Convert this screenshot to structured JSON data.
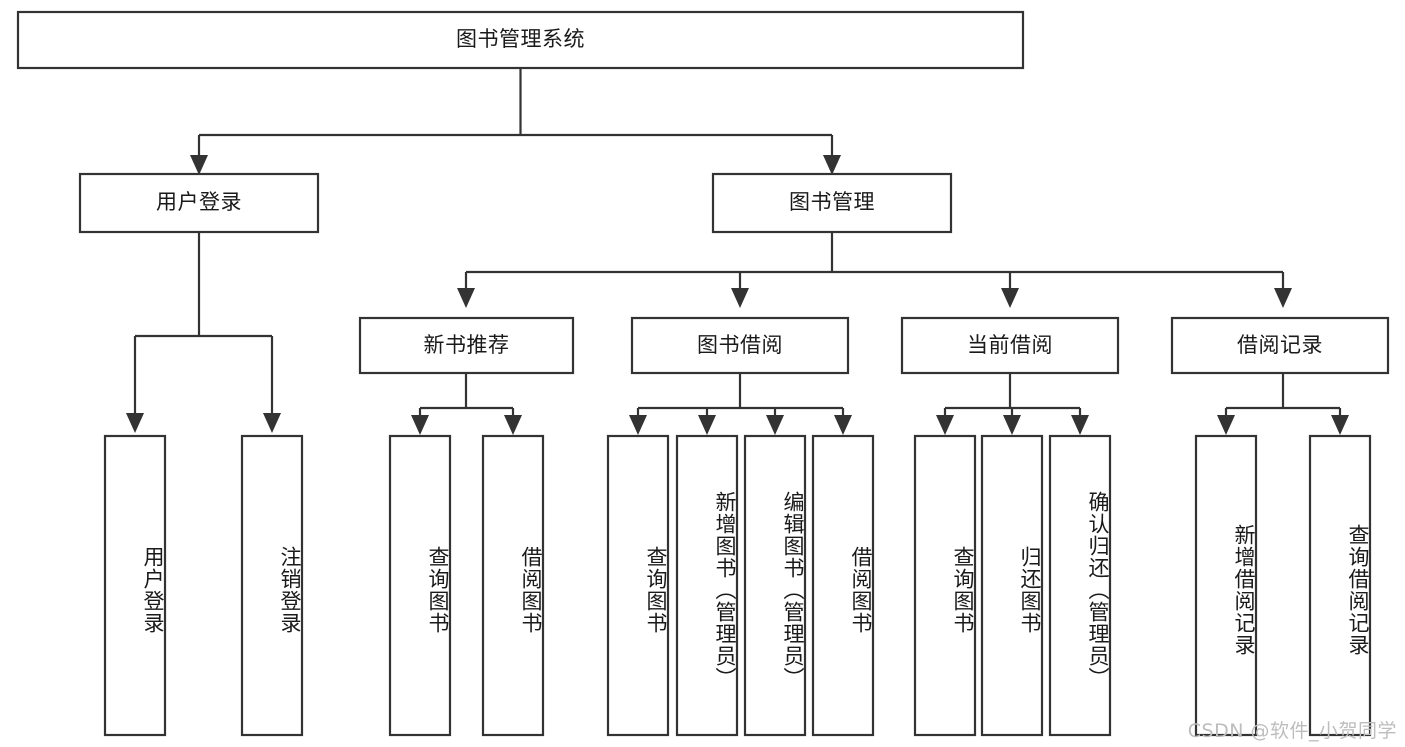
{
  "diagram": {
    "title": "图书管理系统",
    "type": "function-hierarchy-tree",
    "watermark": "CSDN @软件_小贺同学",
    "colors": {
      "box_fill": "#ffffff",
      "box_stroke": "#333333",
      "text": "#1a1a1a",
      "watermark": "#bdbdbd",
      "background": "#ffffff"
    },
    "root": {
      "label": "图书管理系统"
    },
    "level2": [
      {
        "label": "用户登录"
      },
      {
        "label": "图书管理"
      }
    ],
    "level3": [
      {
        "label": "新书推荐"
      },
      {
        "label": "图书借阅"
      },
      {
        "label": "当前借阅"
      },
      {
        "label": "借阅记录"
      }
    ],
    "leaves": {
      "user_login": [
        {
          "label": "用户登录"
        },
        {
          "label": "注销登录"
        }
      ],
      "new_book_recommend": [
        {
          "label": "查询图书"
        },
        {
          "label": "借阅图书"
        }
      ],
      "book_borrow": [
        {
          "label": "查询图书"
        },
        {
          "label": "新增图书（管理员）"
        },
        {
          "label": "编辑图书（管理员）"
        },
        {
          "label": "借阅图书"
        }
      ],
      "current_borrow": [
        {
          "label": "查询图书"
        },
        {
          "label": "归还图书"
        },
        {
          "label": "确认归还（管理员）"
        }
      ],
      "borrow_records": [
        {
          "label": "新增借阅记录"
        },
        {
          "label": "查询借阅记录"
        }
      ]
    }
  }
}
